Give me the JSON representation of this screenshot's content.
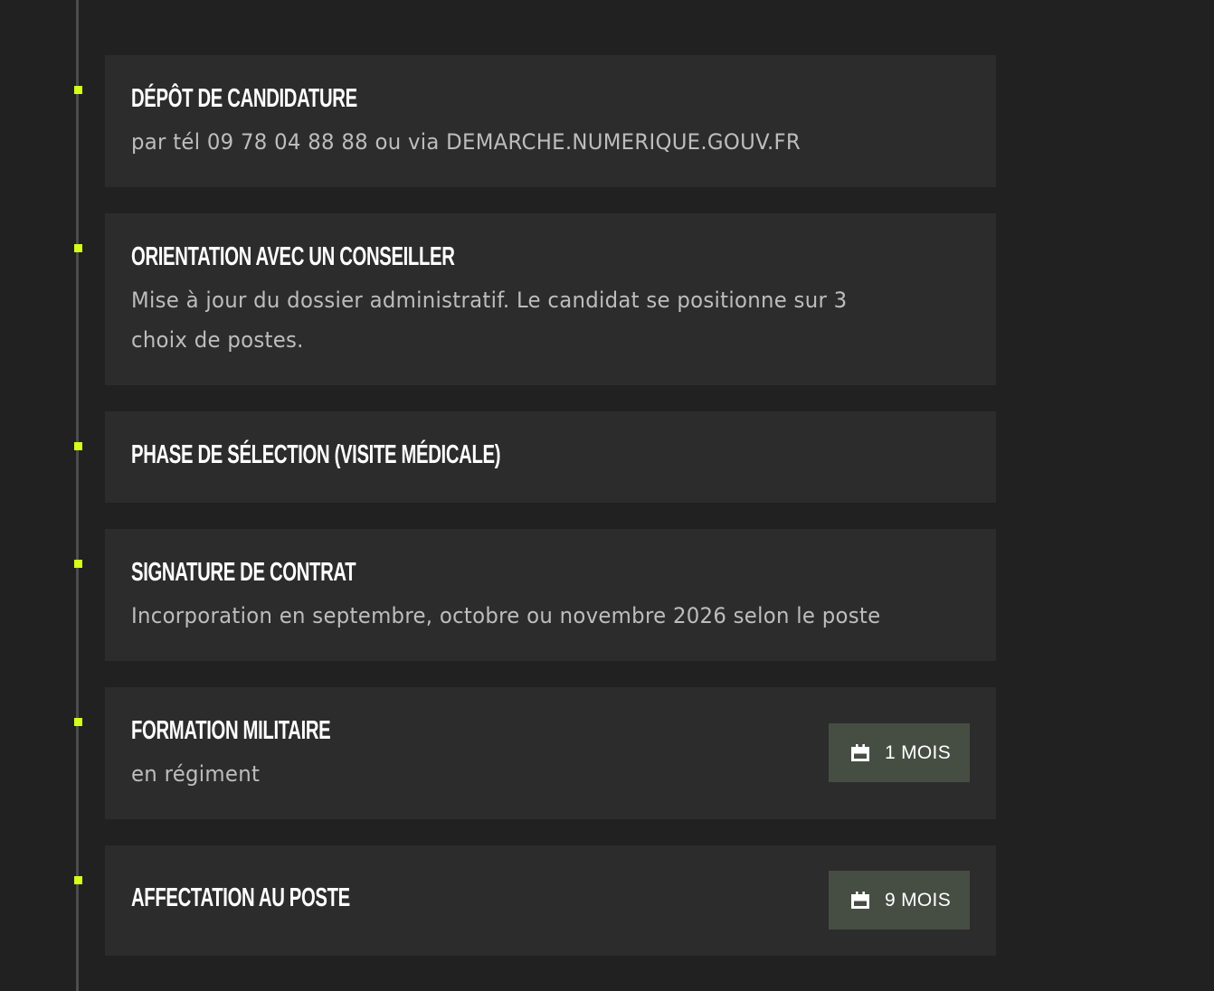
{
  "steps": [
    {
      "title": "Dépôt de candidature",
      "description": "par tél 09 78 04 88 88 ou via DEMARCHE.NUMERIQUE.GOUV.FR"
    },
    {
      "title": "Orientation avec un conseiller",
      "description_line1": "Mise à jour du dossier administratif. Le candidat se positionne sur 3",
      "description_line2": "choix de postes."
    },
    {
      "title": "Phase de sélection (visite médicale)"
    },
    {
      "title": "Signature de contrat",
      "description": "Incorporation en septembre, octobre ou novembre 2026 selon le poste"
    },
    {
      "title": "Formation militaire",
      "description": "en régiment",
      "duration": {
        "icon": "calendar-icon",
        "label": "1 MOIS"
      }
    },
    {
      "title": "Affectation au poste",
      "duration": {
        "icon": "calendar-icon",
        "label": "9 MOIS"
      }
    }
  ],
  "colors": {
    "background": "#212121",
    "card": "#2c2c2c",
    "accent": "#d4ff1a",
    "badge": "#464e44",
    "title": "#ffffff",
    "text": "#bdbdbd",
    "line": "#4d4d4d"
  }
}
